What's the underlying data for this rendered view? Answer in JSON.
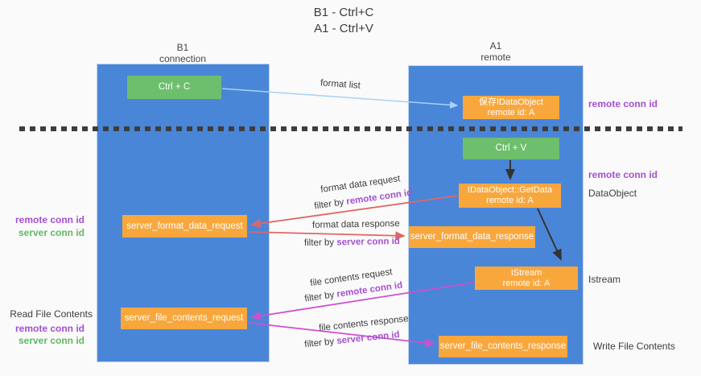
{
  "title": {
    "line1": "B1 - Ctrl+C",
    "line2": "A1 - Ctrl+V"
  },
  "lifelines": {
    "left": {
      "name": "B1",
      "role": "connection"
    },
    "right": {
      "name": "A1",
      "role": "remote"
    }
  },
  "nodes": {
    "ctrl_c": {
      "label": "Ctrl + C"
    },
    "save_idataobject": {
      "line1": "保存IDataObject",
      "line2": "remote id: A"
    },
    "ctrl_v": {
      "label": "Ctrl + V"
    },
    "getdata": {
      "line1": "IDataObject::GetData",
      "line2": "remote id: A"
    },
    "server_format_data_request": {
      "label": "server_format_data_request"
    },
    "server_format_data_response": {
      "label": "server_format_data_response"
    },
    "istream": {
      "line1": "IStream",
      "line2": "remote id: A"
    },
    "server_file_contents_request": {
      "label": "server_file_contents_request"
    },
    "server_file_contents_response": {
      "label": "server_file_contents_response"
    }
  },
  "arrow_labels": {
    "format_list": "format list",
    "format_data_request": "format data request",
    "format_data_response": "format data response",
    "file_contents_request": "file contents request",
    "file_contents_response": "file contents response",
    "filter_by": "filter by",
    "remote_conn_id": "remote conn id",
    "server_conn_id": "server conn id"
  },
  "side_labels": {
    "remote_conn_id": "remote conn id",
    "server_conn_id": "server conn id",
    "dataobject": "DataObject",
    "istream": "Istream",
    "read_file_contents": "Read File Contents",
    "write_file_contents": "Write File Contents"
  },
  "colors": {
    "column_blue": "#4a86d8",
    "box_green": "#6dbe6d",
    "box_orange": "#f8a73d",
    "arrow_red": "#e06666",
    "arrow_magenta": "#cf4fcf",
    "arrow_blue": "#a6d2f5",
    "arrow_black": "#333333",
    "text_purple": "#a54fd2",
    "text_green": "#5fba5f"
  }
}
